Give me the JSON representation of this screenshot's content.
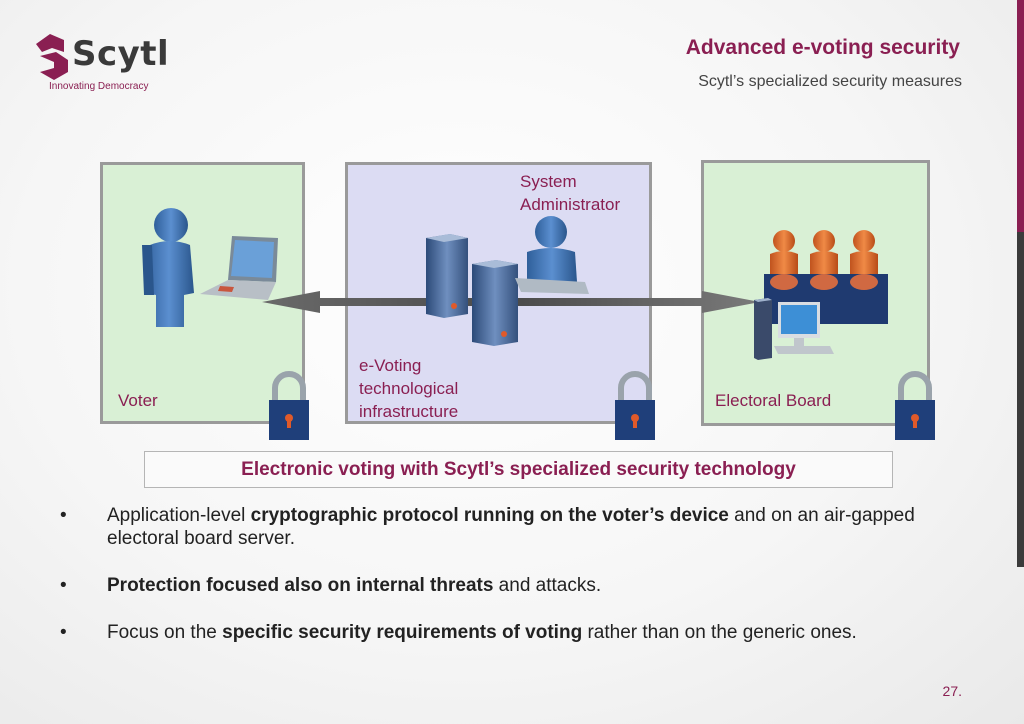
{
  "brand": {
    "name": "Scytl",
    "tagline": "Innovating Democracy",
    "color": "#8a1f52"
  },
  "header": {
    "title": "Advanced e-voting security",
    "subtitle": "Scytl’s specialized security measures"
  },
  "diagram": {
    "voter_label": "Voter",
    "admin_label_line1": "System",
    "admin_label_line2": "Administrator",
    "infra_label_line1": "e-Voting",
    "infra_label_line2": "technological",
    "infra_label_line3": "infrastructure",
    "board_label": "Electoral Board"
  },
  "caption": "Electronic voting with Scytl’s specialized security technology",
  "bullets": [
    {
      "pre": "Application-level ",
      "bold": "cryptographic protocol running on the voter’s device",
      "post": " and on an air-gapped electoral board server."
    },
    {
      "pre": "",
      "bold": "Protection focused also on internal threats",
      "post": " and attacks."
    },
    {
      "pre": "Focus on the ",
      "bold": "specific security requirements of voting",
      "post": " rather than on the generic ones."
    }
  ],
  "bullet_marker": "•",
  "page_number": "27."
}
